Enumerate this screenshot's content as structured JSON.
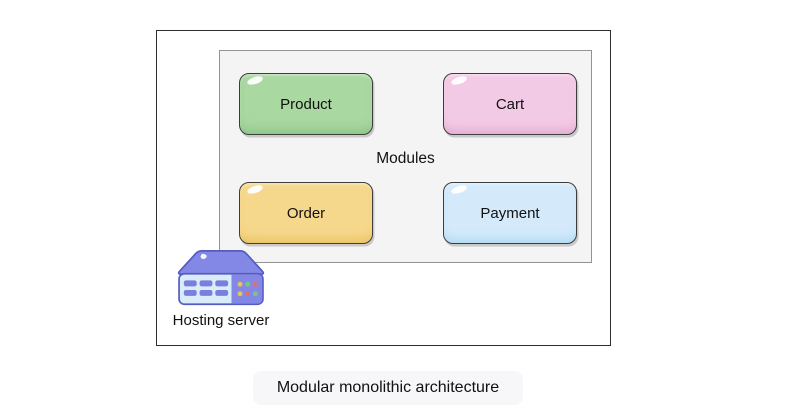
{
  "page": {
    "background": "#ffffff"
  },
  "diagram": {
    "outer_box": {
      "border_color": "#2e2e2e",
      "fill": "#ffffff"
    },
    "modules_container": {
      "label": "Modules",
      "fill": "#f4f4f5",
      "border_color": "#939393"
    },
    "modules": [
      {
        "label": "Product",
        "fill": "#a9d8a0",
        "shade": "#8cc487"
      },
      {
        "label": "Cart",
        "fill": "#f3cae5",
        "shade": "#e2abd2"
      },
      {
        "label": "Order",
        "fill": "#f6d88c",
        "shade": "#ebc262"
      },
      {
        "label": "Payment",
        "fill": "#d4eafb",
        "shade": "#b0daf3"
      }
    ],
    "server": {
      "label": "Hosting server",
      "icon": "server-icon",
      "colors": {
        "body": "#8388e6",
        "panel": "#d8ecf9",
        "slot": "#7a7fdf",
        "outline": "#565cc0",
        "led_yellow": "#e5c455",
        "led_green": "#7cc580",
        "led_red": "#e07070"
      }
    }
  },
  "caption": {
    "label": "Modular monolithic architecture",
    "background": "#f7f7f9"
  }
}
